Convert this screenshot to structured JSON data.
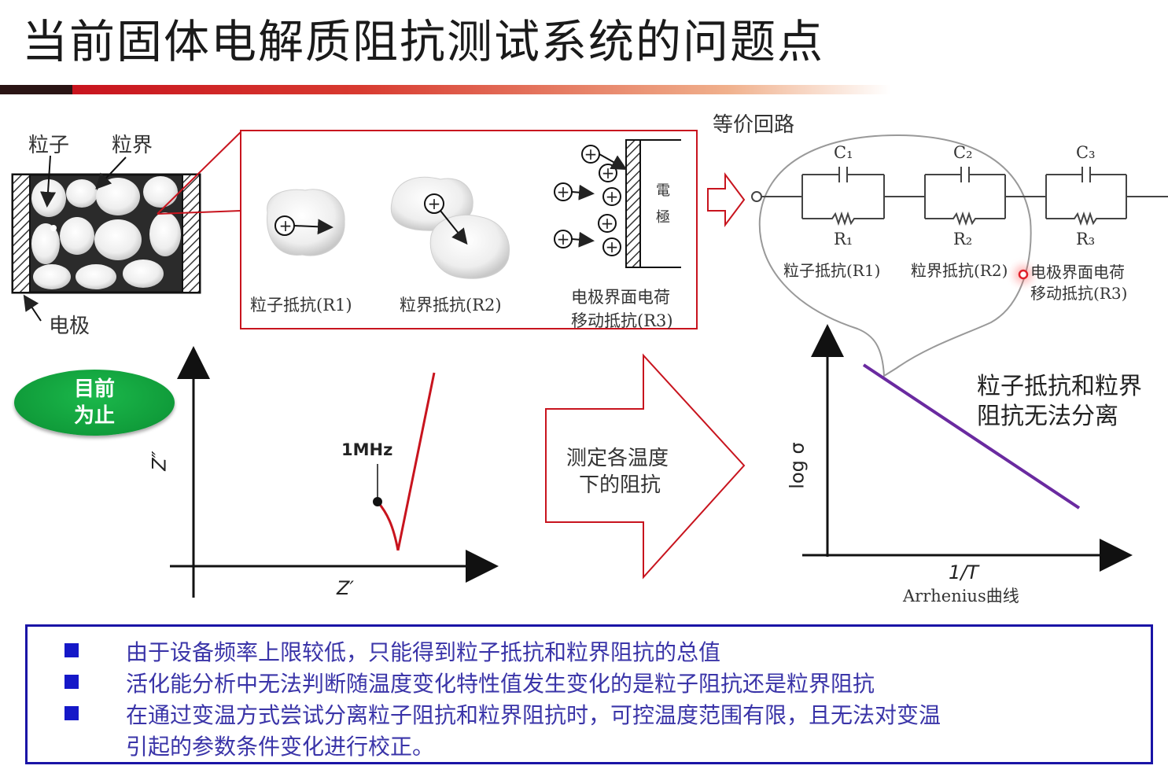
{
  "title": "当前固体电解质阻抗测试系统的问题点",
  "microstructure": {
    "grain_label": "粒子",
    "boundary_label": "粒界",
    "electrode_label": "电极"
  },
  "mechanisms": {
    "r1_label": "粒子抵抗(R1)",
    "r2_label": "粒界抵抗(R2)",
    "r3_line1": "电极界面电荷",
    "r3_line2": "移动抵抗(R3)",
    "electrode_char1": "電",
    "electrode_char2": "極",
    "plus": "+"
  },
  "circuit": {
    "title": "等价回路",
    "c1": "C₁",
    "c2": "C₂",
    "c3": "C₃",
    "r1": "R₁",
    "r2": "R₂",
    "r3": "R₃",
    "r1_label": "粒子抵抗(R1)",
    "r2_label": "粒界抵抗(R2)",
    "r3_line1": "电极界面电荷",
    "r3_line2": "移动抵抗(R3)"
  },
  "status": {
    "line1": "目前",
    "line2": "为止"
  },
  "nyquist": {
    "ylabel": "Z″",
    "xlabel": "Z′",
    "annotation": "1MHz"
  },
  "arrow_text": {
    "line1": "测定各温度",
    "line2": "下的阻抗"
  },
  "arrhenius": {
    "ylabel": "log σ",
    "xlabel": "1/T",
    "caption": "Arrhenius曲线",
    "note_line1": "粒子抵抗和粒界",
    "note_line2": "阻抗无法分离"
  },
  "notes": [
    "由于设备频率上限较低，只能得到粒子抵抗和粒界阻抗的总值",
    "活化能分析中无法判断随温度变化特性值发生变化的是粒子阻抗还是粒界阻抗",
    "在通过变温方式尝试分离粒子阻抗和粒界阻抗时，可控温度范围有限，且无法对变温",
    "引起的参数条件变化进行校正。"
  ],
  "colors": {
    "accent_red": "#c8141e",
    "note_blue": "#1a14a6",
    "bullet_blue": "#1518c8",
    "status_green": "#109c3a",
    "line_purple": "#6a2aa0"
  }
}
